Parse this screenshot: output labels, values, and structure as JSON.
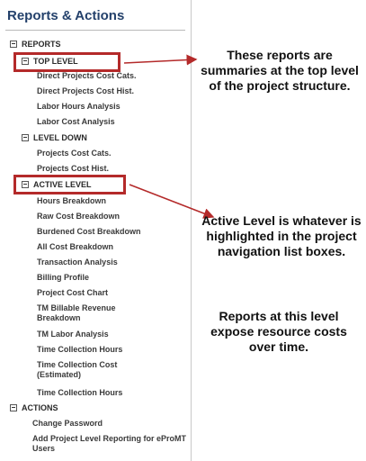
{
  "title": "Reports & Actions",
  "reports": {
    "label": "REPORTS",
    "top_level": {
      "label": "TOP LEVEL",
      "items": [
        "Direct Projects Cost Cats.",
        "Direct Projects Cost Hist.",
        "Labor Hours Analysis",
        "Labor Cost Analysis"
      ]
    },
    "level_down": {
      "label": "LEVEL DOWN",
      "items": [
        "Projects Cost Cats.",
        "Projects Cost Hist."
      ]
    },
    "active_level": {
      "label": "ACTIVE LEVEL",
      "items": [
        "Hours Breakdown",
        "Raw Cost Breakdown",
        "Burdened Cost Breakdown",
        "All Cost Breakdown",
        "Transaction Analysis",
        "Billing Profile",
        "Project Cost Chart",
        "TM Billable Revenue Breakdown",
        "TM Labor Analysis",
        "Time Collection Hours",
        "Time Collection Cost (Estimated)",
        "Time Collection Hours"
      ]
    }
  },
  "actions": {
    "label": "ACTIONS",
    "items": [
      "Change Password",
      "Add Project Level Reporting for eProMT Users"
    ]
  },
  "annotations": {
    "top_note": "These reports are summaries at the top level of the project structure.",
    "active_note": "Active Level is whatever is highlighted in the project navigation list boxes.",
    "reports_note": "Reports at this level expose resource costs over time."
  },
  "colors": {
    "highlight": "#b42a2a",
    "title": "#24416b"
  }
}
